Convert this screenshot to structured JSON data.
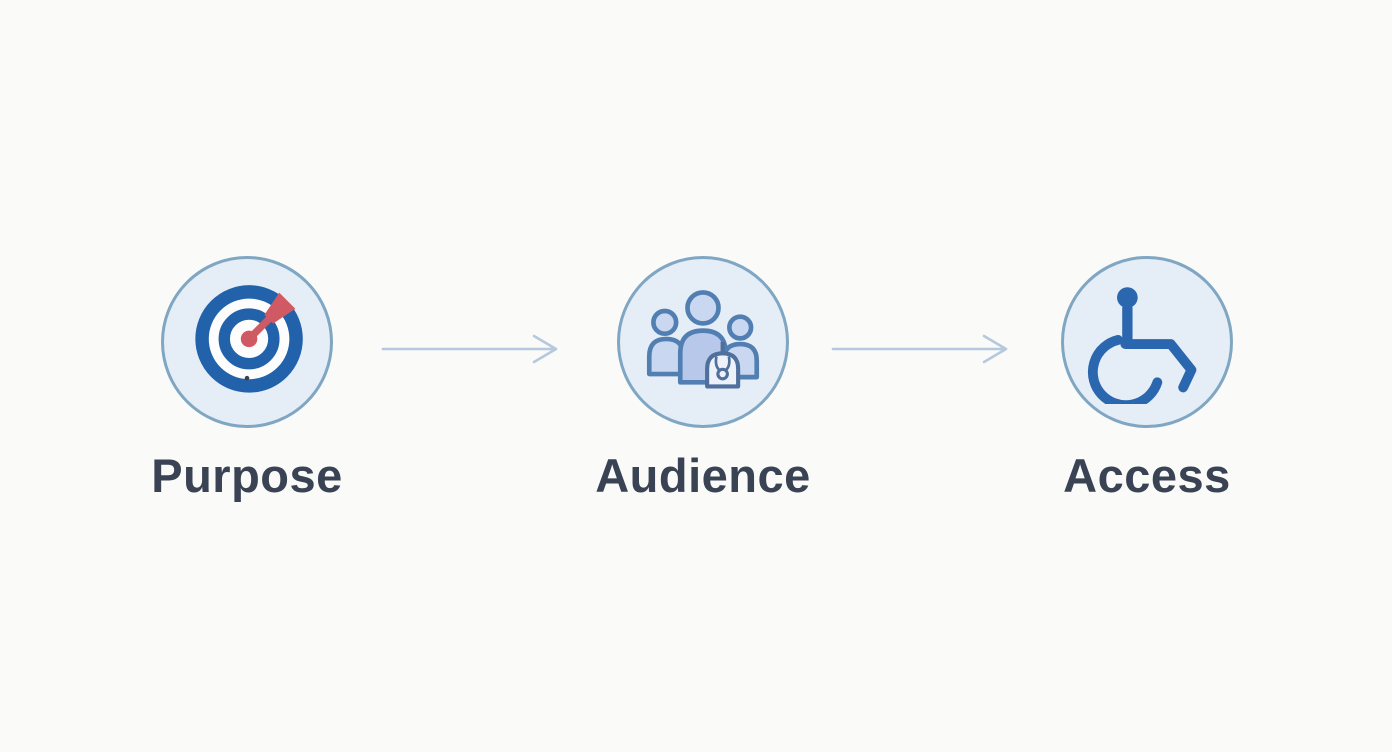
{
  "diagram": {
    "steps": [
      {
        "id": "purpose",
        "label": "Purpose",
        "icon": "target-dart-icon"
      },
      {
        "id": "audience",
        "label": "Audience",
        "icon": "audience-group-icon"
      },
      {
        "id": "access",
        "label": "Access",
        "icon": "wheelchair-accessibility-icon"
      }
    ],
    "connectors": [
      {
        "from": "Purpose",
        "to": "Audience",
        "style": "thin-line-arrow"
      },
      {
        "from": "Audience",
        "to": "Access",
        "style": "thin-line-arrow"
      }
    ],
    "colors": {
      "background": "#fafaf8",
      "badge_fill": "#e5edf7",
      "badge_border": "#7fa6c2",
      "icon_blue": "#2262ab",
      "wheelchair_blue": "#2a67ae",
      "people_outline": "#527fb2",
      "people_fill_center": "#b7c8ea",
      "people_fill_side": "#c9d7f0",
      "doctor_fill": "#edf2fa",
      "dart_red": "#d05a63",
      "arrow": "#b4c9dd",
      "label_text": "#394354"
    }
  }
}
